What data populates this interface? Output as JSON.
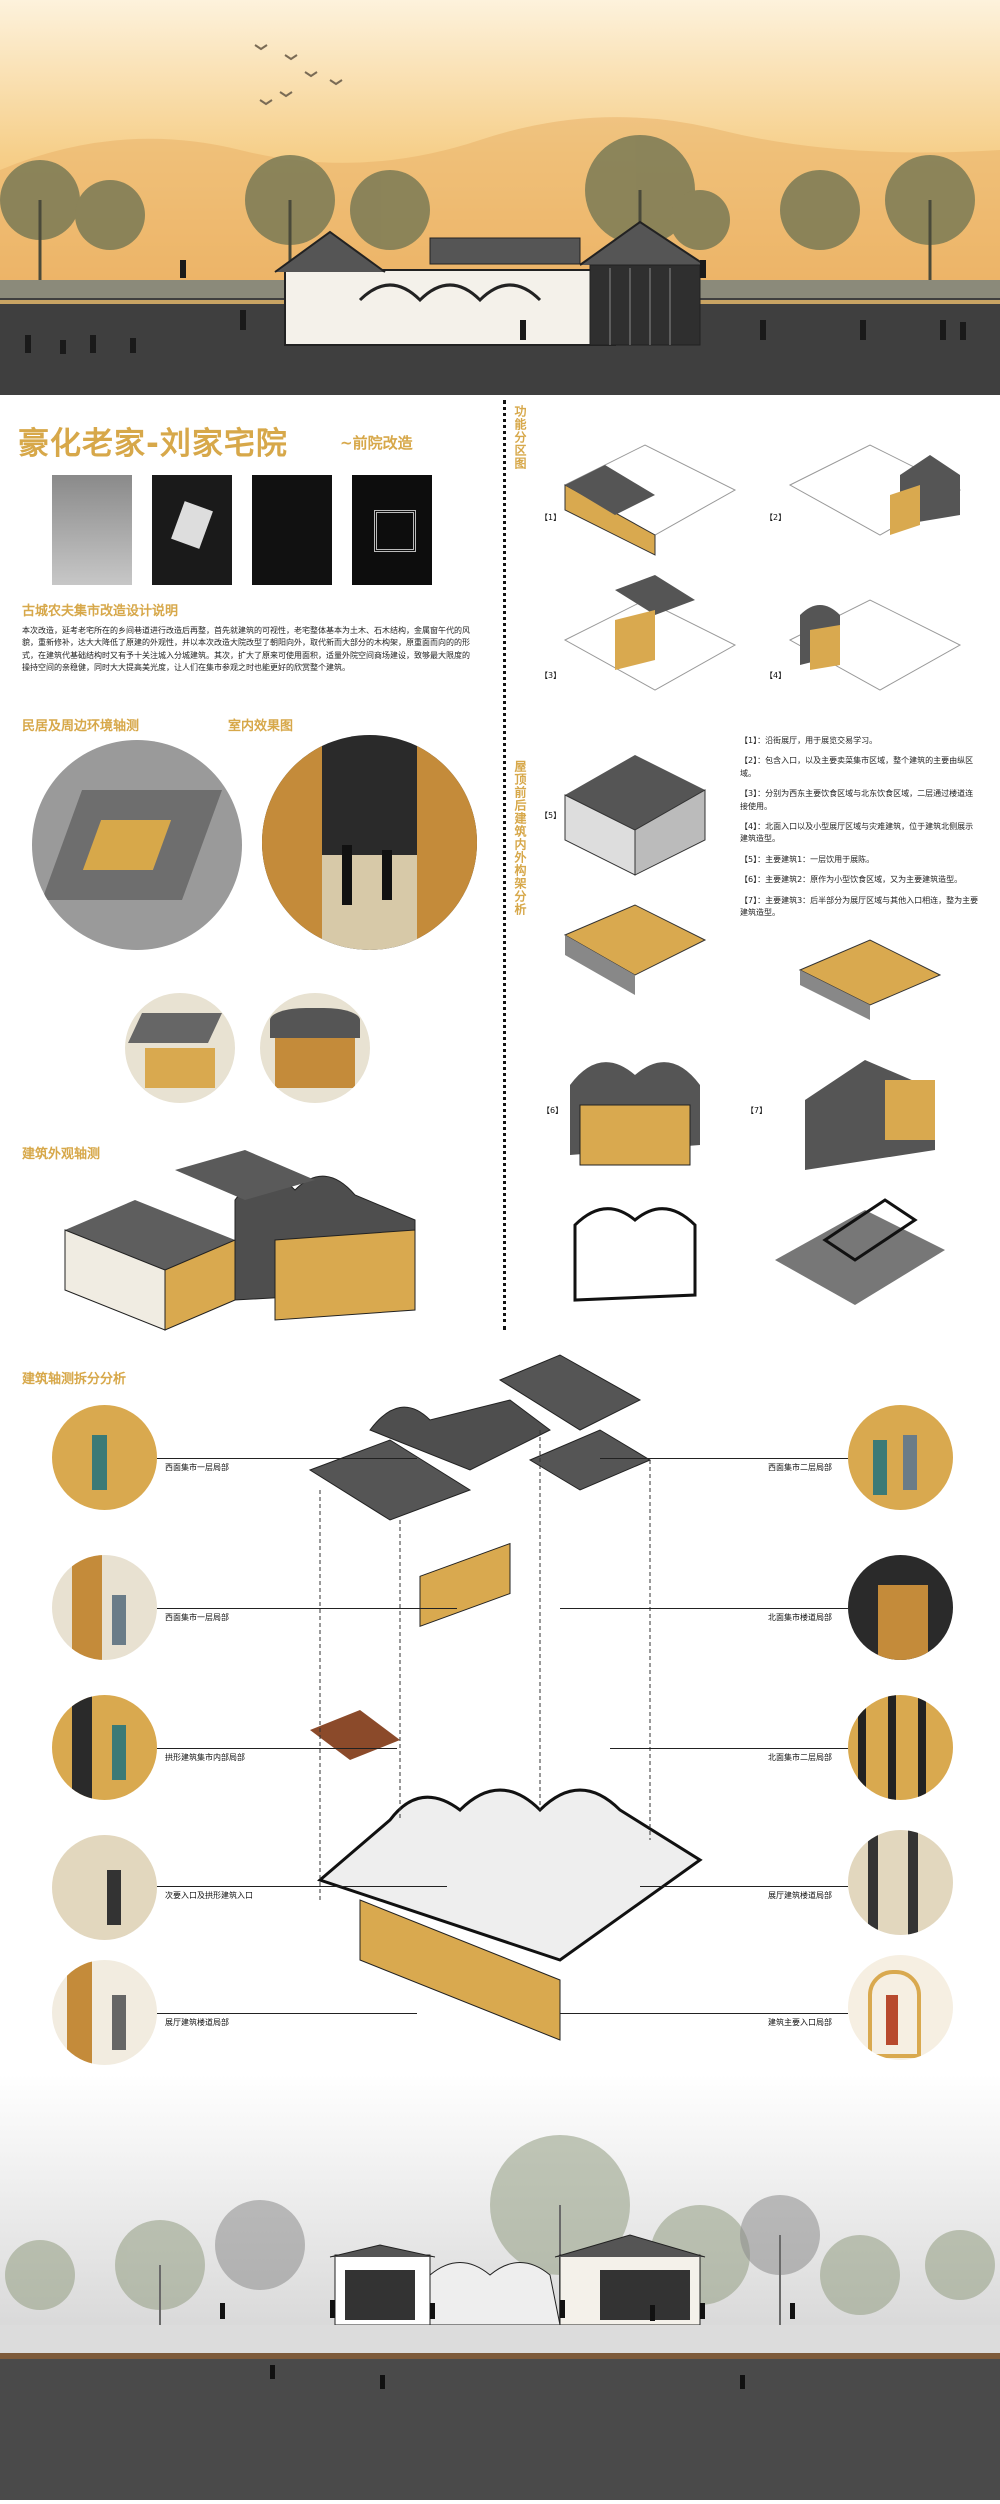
{
  "title": {
    "main": "豪化老家-刘家宅院",
    "sub": "~前院改造"
  },
  "intro": {
    "heading": "古城农夫集市改造设计说明",
    "body": "本次改造，延考老宅所在的乡间巷道进行改造后再整，首先就建筑的可视性，老宅整体基本为土木、石木结构，金属窗午代的风貌，重新修补，达大大降低了原建的外观性，并以本次改造大院改型了朝阳向外，取代新而大部分的木构架，原重面而向的的形式，在建筑代基础结构时又有予十关注城入分城建筑。其次，扩大了原来可使用面积，适量外院空间商场建设，致够最大限度的操持空间的亲稳健，同时大大提高美光度，让人们在集市参观之时也能更好的欣赏整个建筑。"
  },
  "sections": {
    "func": "功能分区图",
    "surround": "民居及周边环境轴测",
    "interior": "室内效果图",
    "exterior": "建筑外观轴测",
    "struct": "屋顶前后建筑内外构架分析",
    "explode": "建筑轴测拆分分析"
  },
  "func_labels": [
    "【1】",
    "【2】",
    "【3】",
    "【4】"
  ],
  "struct_labels": [
    "【5】",
    "【6】",
    "【7】"
  ],
  "legend": [
    "【1】：沿街展厅，用于展览交易学习。",
    "【2】：包含入口，以及主要卖菜集市区域，整个建筑的主要由纵区域。",
    "【3】：分别为西东主要饮食区域与北东饮食区域，二层通过楼道连接使用。",
    "【4】：北面入口以及小型展厅区域与灾难建筑，位于建筑北侧展示建筑造型。",
    "【5】：主要建筑1：一层饮用于展陈。",
    "【6】：主要建筑2：原作为小型饮食区域，又为主要建筑造型。",
    "【7】：主要建筑3：后半部分为展厅区域与其他入口相连，整为主要建筑造型。"
  ],
  "explode_left": [
    "西面集市一层局部",
    "西面集市一层局部",
    "拱形建筑集市内部局部",
    "次要入口及拱形建筑入口",
    "展厅建筑楼道局部"
  ],
  "explode_right": [
    "西面集市二层局部",
    "北面集市楼道局部",
    "北面集市二层局部",
    "展厅建筑楼道局部",
    "建筑主要入口局部"
  ],
  "colors": {
    "accent": "#d7a84a",
    "sky": "#f2c98a",
    "roof": "#666666",
    "wood": "#d9a94f"
  }
}
